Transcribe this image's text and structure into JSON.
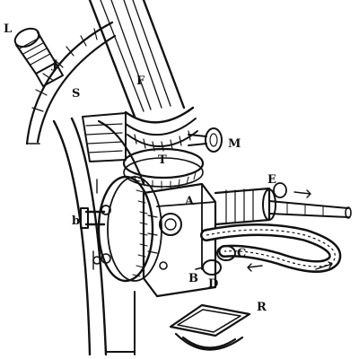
{
  "figure": {
    "kind": "engraved line drawing of a microscope-style optical instrument with lettered parts",
    "colors": {
      "ink": "#111111",
      "paper": "#ffffff"
    },
    "labels": {
      "L": "L",
      "J": "J",
      "S": "S",
      "F": "F",
      "M": "M",
      "T": "T",
      "E": "E",
      "A": "A",
      "b": "b",
      "C": "C",
      "B": "B",
      "D": "D",
      "R": "R"
    }
  }
}
